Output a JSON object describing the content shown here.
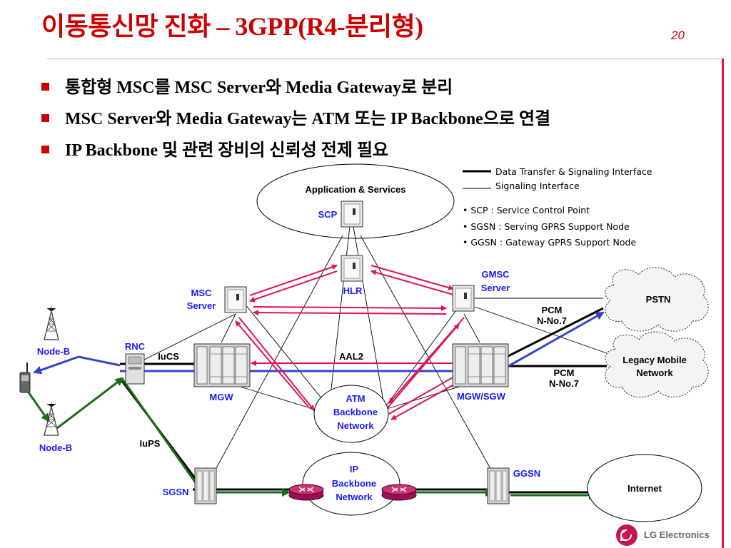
{
  "slide": {
    "title": "이동통신망 진화 – 3GPP(R4-분리형)",
    "page_number": "20",
    "bullets": [
      "통합형 MSC를 MSC Server와 Media Gateway로 분리",
      "MSC Server와 Media Gateway는 ATM 또는 IP Backbone으로 연결",
      "IP Backbone 및 관련 장비의 신뢰성 전제 필요"
    ]
  },
  "legend": {
    "thick_line": "Data Transfer & Signaling Interface",
    "thin_line": "Signaling Interface",
    "abbreviations": [
      "• SCP : Service Control Point",
      "• SGSN : Serving GPRS Support Node",
      "• GGSN : Gateway GPRS Support Node"
    ]
  },
  "nodes": {
    "app_services": "Application & Services",
    "scp": "SCP",
    "hlr": "HLR",
    "msc_server_1": "MSC",
    "msc_server_2": "Server",
    "gmsc_server_1": "GMSC",
    "gmsc_server_2": "Server",
    "pstn": "PSTN",
    "legacy_1": "Legacy Mobile",
    "legacy_2": "Network",
    "node_b_top": "Node-B",
    "node_b_bottom": "Node-B",
    "rnc": "RNC",
    "iucs": "IuCS",
    "iups": "IuPS",
    "aal2": "AAL2",
    "mgw": "MGW",
    "mgw_sgw": "MGW/SGW",
    "atm_1": "ATM",
    "atm_2": "Backbone",
    "atm_3": "Network",
    "ip_1": "IP",
    "ip_2": "Backbone",
    "ip_3": "Network",
    "sgsn": "SGSN",
    "ggsn": "GGSN",
    "internet": "Internet",
    "pcm_1": "PCM",
    "n_no7_1": "N-No.7",
    "pcm_2": "PCM",
    "n_no7_2": "N-No.7"
  },
  "footer": {
    "logo": "LG Electronics"
  },
  "colors": {
    "title": "#cc0000",
    "label": "#1a1aff",
    "signal": "#e0105a",
    "bearer": "#3344cc",
    "packet": "#1a6e1a"
  }
}
